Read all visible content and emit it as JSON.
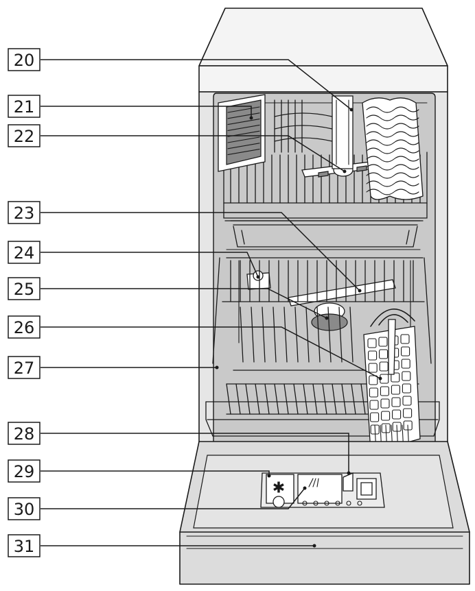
{
  "callouts": [
    {
      "id": "20",
      "label": "20"
    },
    {
      "id": "21",
      "label": "21"
    },
    {
      "id": "22",
      "label": "22"
    },
    {
      "id": "23",
      "label": "23"
    },
    {
      "id": "24",
      "label": "24"
    },
    {
      "id": "25",
      "label": "25"
    },
    {
      "id": "26",
      "label": "26"
    },
    {
      "id": "27",
      "label": "27"
    },
    {
      "id": "28",
      "label": "28"
    },
    {
      "id": "29",
      "label": "29"
    },
    {
      "id": "30",
      "label": "30"
    },
    {
      "id": "31",
      "label": "31"
    }
  ],
  "colors": {
    "line": "#1a1a1a",
    "body": "#e6e6e6",
    "interior": "#c9c9c9",
    "door": "#dcdcdc"
  },
  "icons": {
    "rinse_aid": "snowflake-icon",
    "detergent": "spray-lines-icon"
  }
}
